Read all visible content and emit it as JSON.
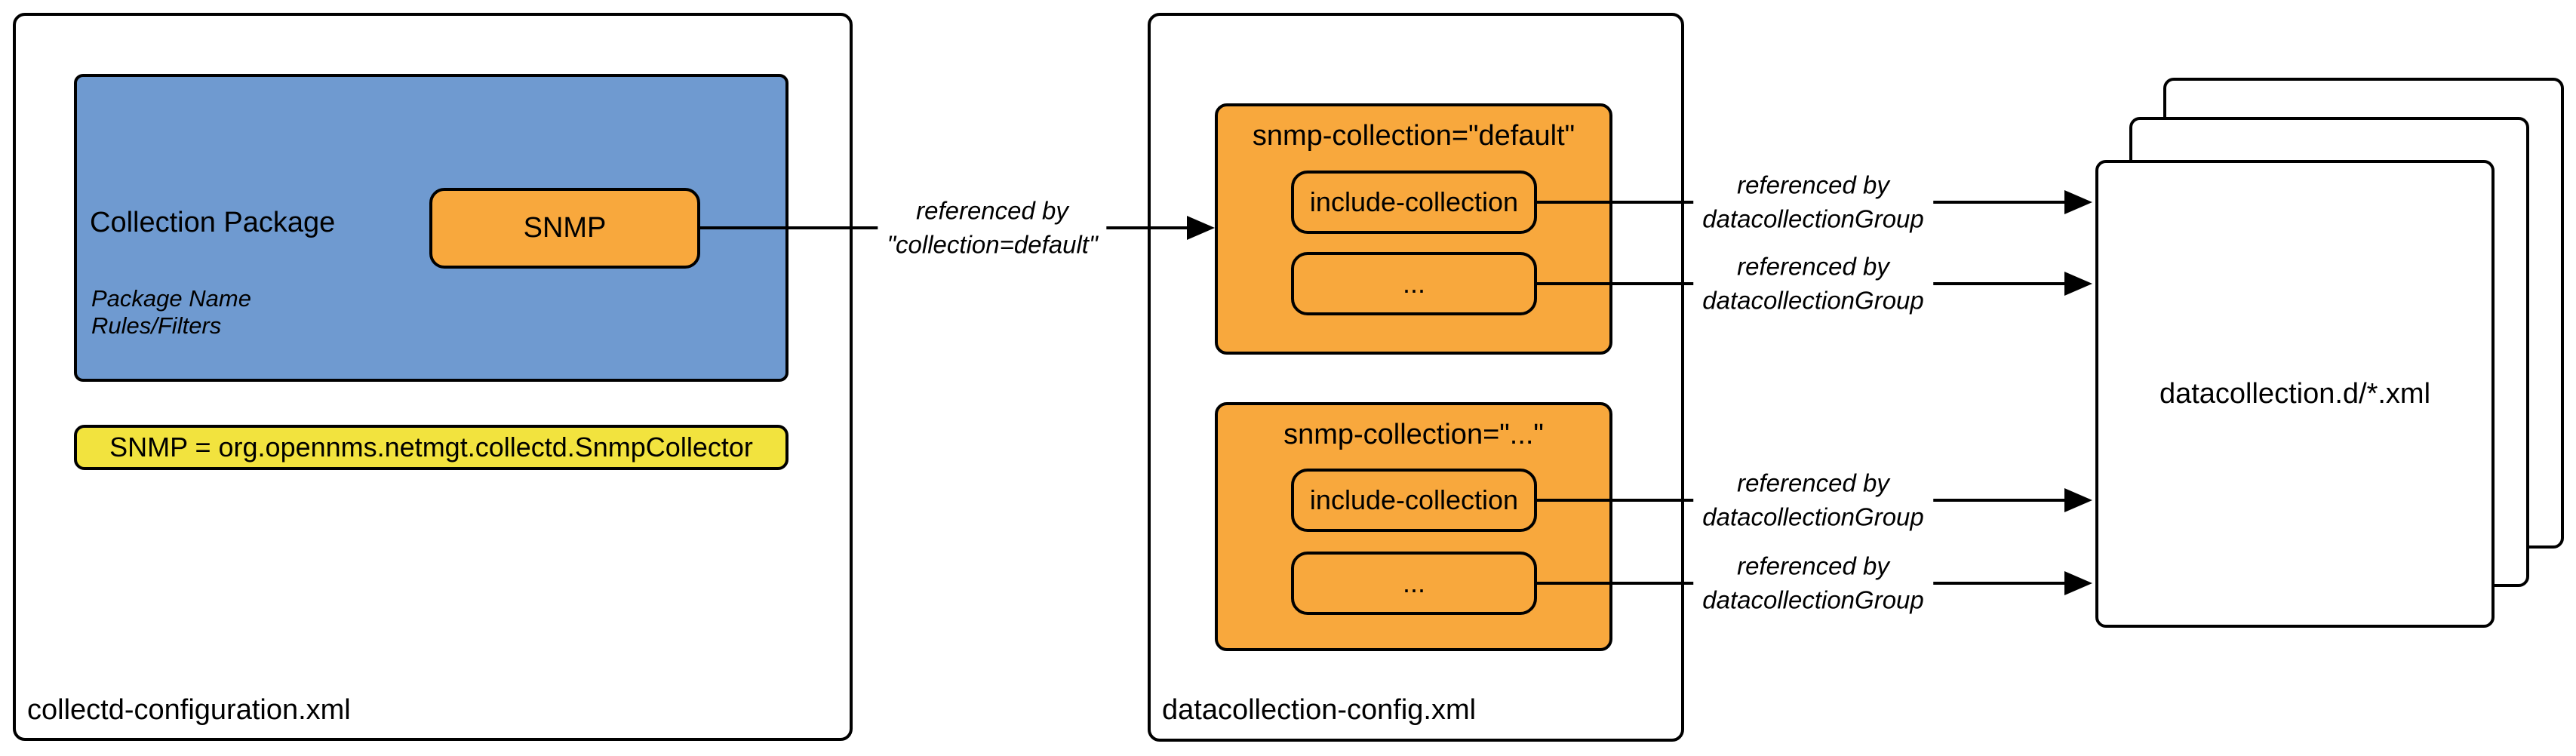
{
  "colors": {
    "blue": "#6f9ad0",
    "orange": "#f8a83d",
    "yellow": "#f2e33e",
    "line": "#000000",
    "background": "#ffffff"
  },
  "collectd_file": {
    "label": "collectd-configuration.xml",
    "collection_package": {
      "title": "Collection Package",
      "detail_line1": "Package Name",
      "detail_line2": "Rules/Filters",
      "service": "SNMP"
    },
    "collector_mapping": "SNMP = org.opennms.netmgt.collectd.SnmpCollector"
  },
  "collection_arrow": {
    "line1": "referenced by",
    "line2": "\"collection=default\""
  },
  "datacollection_file": {
    "label": "datacollection-config.xml",
    "groups": [
      {
        "title": "snmp-collection=\"default\"",
        "items": [
          {
            "label": "include-collection"
          },
          {
            "label": "..."
          }
        ]
      },
      {
        "title": "snmp-collection=\"...\"",
        "items": [
          {
            "label": "include-collection"
          },
          {
            "label": "..."
          }
        ]
      }
    ]
  },
  "ref_arrows": [
    {
      "line1": "referenced by",
      "line2": "datacollectionGroup"
    },
    {
      "line1": "referenced by",
      "line2": "datacollectionGroup"
    },
    {
      "line1": "referenced by",
      "line2": "datacollectionGroup"
    },
    {
      "line1": "referenced by",
      "line2": "datacollectionGroup"
    }
  ],
  "documents": {
    "label": "datacollection.d/*.xml"
  }
}
